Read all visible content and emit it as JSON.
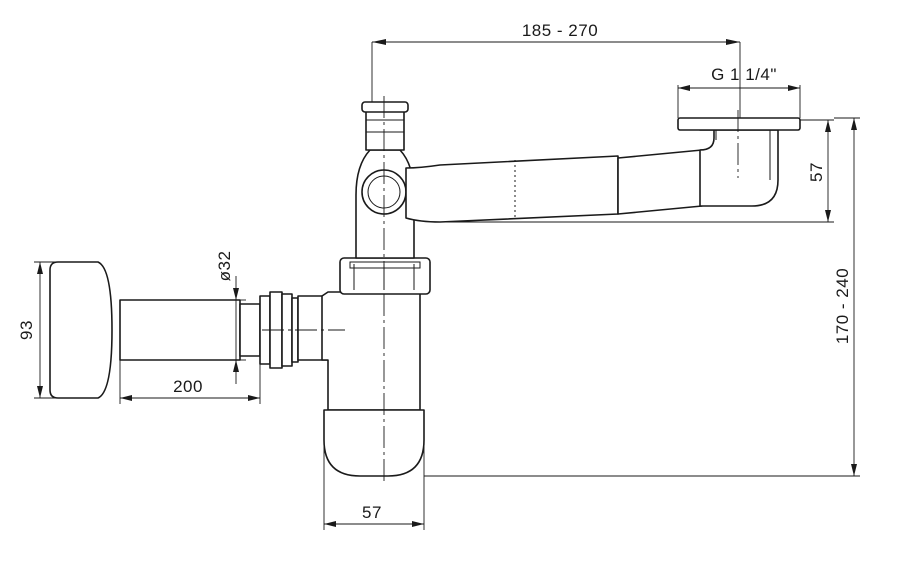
{
  "dimensions": {
    "top_span": "185 - 270",
    "thread": "G 1 1/4\"",
    "height_right": "57",
    "total_height": "170 - 240",
    "hose_diameter": "ø32",
    "wall_box_height": "93",
    "hose_length": "200",
    "cup_width": "57"
  }
}
